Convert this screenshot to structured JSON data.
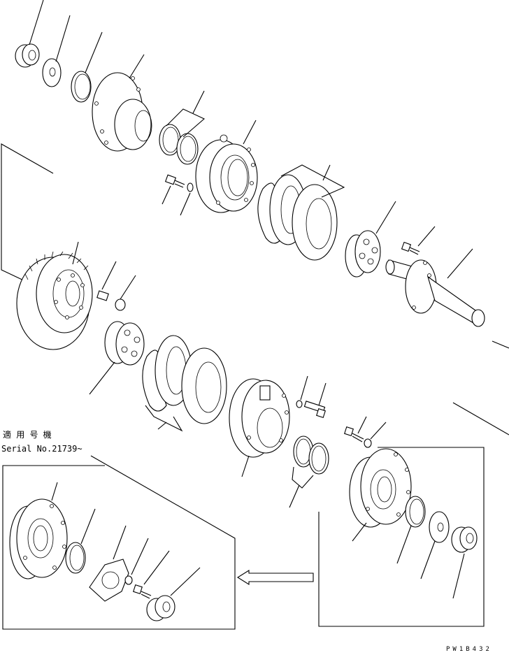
{
  "serial_note": {
    "applicable_label": "適 用 号 機",
    "serial_text": "Serial No.21739~"
  },
  "drawing_id": "PW1B432"
}
